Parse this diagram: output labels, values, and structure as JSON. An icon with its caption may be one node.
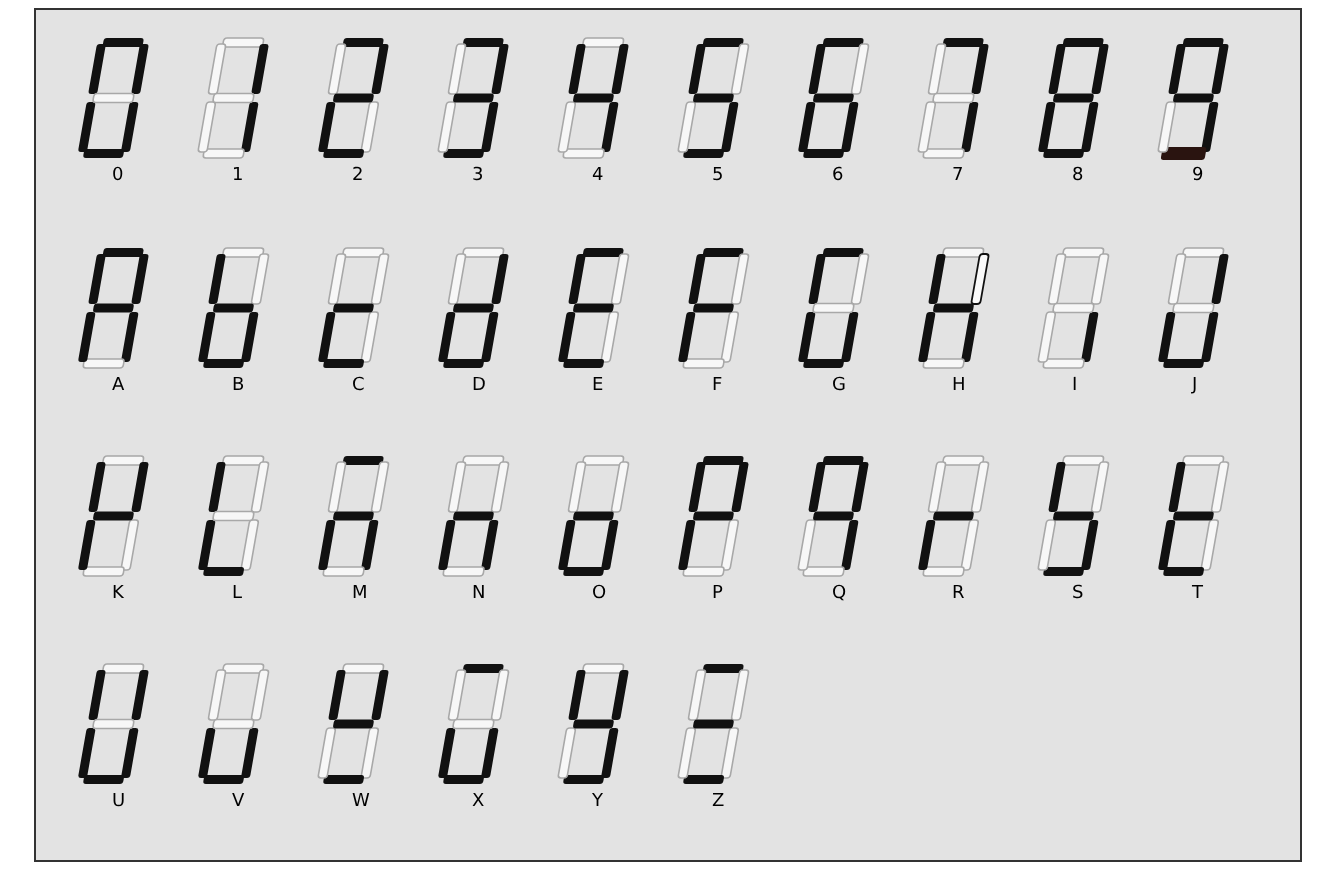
{
  "diagram": {
    "labels": [
      "0",
      "1",
      "2",
      "3",
      "4",
      "5",
      "6",
      "7",
      "8",
      "9",
      "A",
      "B",
      "C",
      "D",
      "E",
      "F",
      "G",
      "H",
      "I",
      "J",
      "K",
      "L",
      "M",
      "N",
      "O",
      "P",
      "Q",
      "R",
      "S",
      "T",
      "U",
      "V",
      "W",
      "X",
      "Y",
      "Z"
    ]
  }
}
